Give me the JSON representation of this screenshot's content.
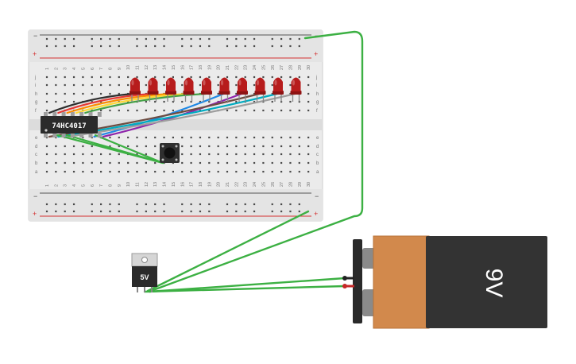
{
  "breadboard": {
    "rail_minus": "−",
    "rail_plus": "+",
    "row_letters_top": [
      "j",
      "i",
      "h",
      "g",
      "f"
    ],
    "row_letters_bottom": [
      "e",
      "d",
      "c",
      "b",
      "a"
    ],
    "column_numbers": [
      "1",
      "2",
      "3",
      "4",
      "5",
      "6",
      "7",
      "8",
      "9",
      "10",
      "11",
      "12",
      "13",
      "14",
      "15",
      "16",
      "17",
      "18",
      "19",
      "20",
      "21",
      "22",
      "23",
      "24",
      "25",
      "26",
      "27",
      "28",
      "29",
      "30"
    ]
  },
  "ic": {
    "label": "74HC4017"
  },
  "regulator": {
    "label": "5V"
  },
  "battery": {
    "label": "9V"
  },
  "leds": {
    "count": 10,
    "color": "#b71c1c"
  },
  "wire_colors": [
    "#2e2e2e",
    "#e53935",
    "#fb8c00",
    "#fdd835",
    "#43a047",
    "#1e88e5",
    "#8e24aa",
    "#6d4c41",
    "#00acc1",
    "#9e9e9e"
  ],
  "colors": {
    "board": "#ececec",
    "rail_red": "#d32f2f",
    "rail_black": "#555555",
    "wire_green": "#3cb043",
    "battery_body": "#333333",
    "battery_cap": "#d2894c"
  }
}
